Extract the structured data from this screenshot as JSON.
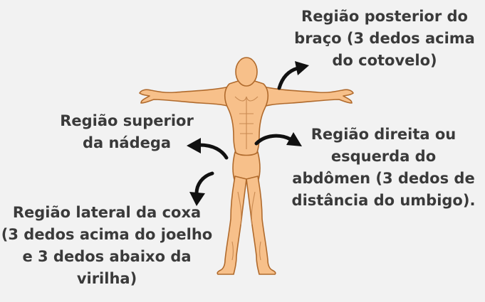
{
  "labels": {
    "arm": [
      "Região posterior do",
      "braço (3 dedos acima",
      "do cotovelo)"
    ],
    "hip": [
      "Região superior",
      "da nádega"
    ],
    "abdomen": [
      "Região direita ou",
      "esquerda do",
      "abdômen (3 dedos de",
      "distância do umbigo)."
    ],
    "thigh": [
      "Região lateral da coxa",
      "(3 dedos acima do joelho",
      "e 3 dedos abaixo da",
      "virilha)"
    ]
  },
  "colors": {
    "background": "#f2f2f2",
    "skin": "#f7c08a",
    "skin_outline": "#b06a2c",
    "text": "#3a3a3a",
    "arrow": "#111111"
  }
}
